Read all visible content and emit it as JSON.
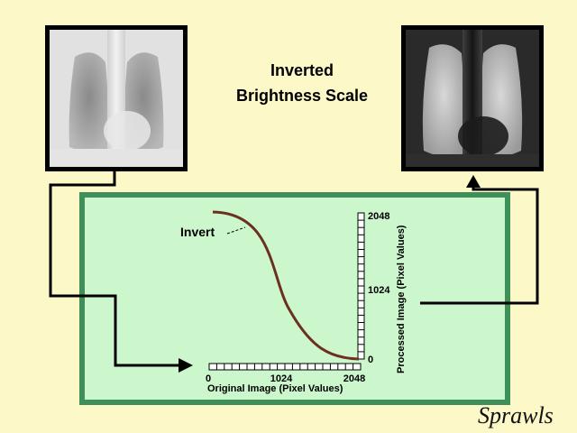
{
  "title": {
    "line1": "Inverted",
    "line2": "Brightness Scale"
  },
  "curve_label": "Invert",
  "x_axis": {
    "label": "Original Image (Pixel Values)",
    "ticks": [
      "0",
      "1024",
      "2048"
    ]
  },
  "y_axis": {
    "label": "Processed Image (Pixel Values)",
    "ticks": [
      "0",
      "1024",
      "2048"
    ]
  },
  "signature": "Sprawls",
  "colors": {
    "background": "#fdf8c8",
    "panel": "#ccf6cc",
    "panel_border": "#3f8f5a",
    "curve": "#6b3020",
    "frame": "#000000"
  },
  "icons": {
    "original_xray": "chest-xray-normal-image",
    "processed_xray": "chest-xray-inverted-image"
  }
}
